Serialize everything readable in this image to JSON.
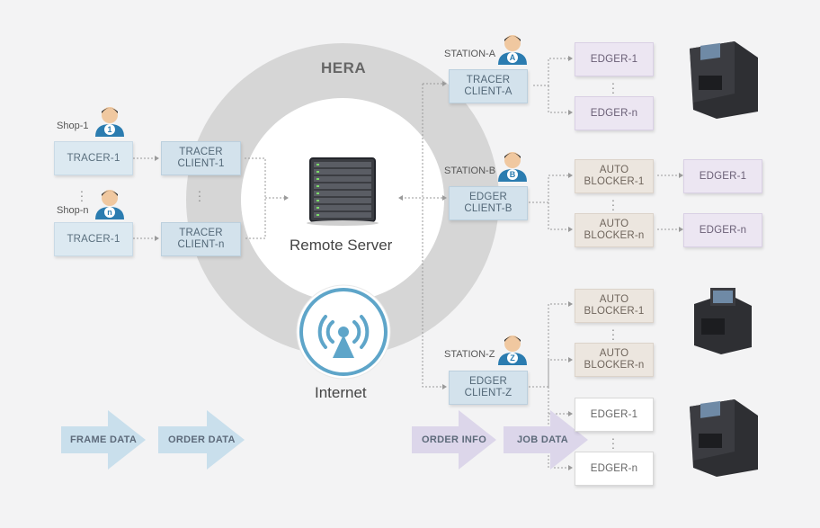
{
  "diagram": {
    "hera_label": "HERA",
    "server_label": "Remote Server",
    "internet_label": "Internet",
    "left": {
      "shop1_label": "Shop-1",
      "shopn_label": "Shop-n",
      "shop1_badge": "1",
      "shopn_badge": "n",
      "tracer1_top": "TRACER-1",
      "tracer1_bottom": "TRACER-1",
      "tracer_client_1": "TRACER\nCLIENT-1",
      "tracer_client_n": "TRACER\nCLIENT-n"
    },
    "station_a": {
      "label": "STATION-A",
      "badge": "A",
      "client": "TRACER\nCLIENT-A",
      "edger_1": "EDGER-1",
      "edger_n": "EDGER-n"
    },
    "station_b": {
      "label": "STATION-B",
      "badge": "B",
      "client": "EDGER\nCLIENT-B",
      "auto_1": "AUTO\nBLOCKER-1",
      "auto_n": "AUTO\nBLOCKER-n",
      "edger_1": "EDGER-1",
      "edger_n": "EDGER-n"
    },
    "station_z": {
      "label": "STATION-Z",
      "badge": "Z",
      "client": "EDGER\nCLIENT-Z",
      "auto_1": "AUTO\nBLOCKER-1",
      "auto_n": "AUTO\nBLOCKER-n",
      "edger_1": "EDGER-1",
      "edger_n": "EDGER-n"
    },
    "legend": {
      "frame_data": "FRAME DATA",
      "order_data": "ORDER DATA",
      "order_info": "ORDER INFO",
      "job_data": "JOB DATA"
    },
    "colors": {
      "ring": "#d8d8d8",
      "internet_ring": "#5ea5c9",
      "client_fill": "#d3e2ec",
      "edger_fill": "#ece6f2",
      "auto_fill": "#ece6df",
      "arrow_blue": "#c9dfec",
      "arrow_purple": "#dcd6ea"
    }
  }
}
